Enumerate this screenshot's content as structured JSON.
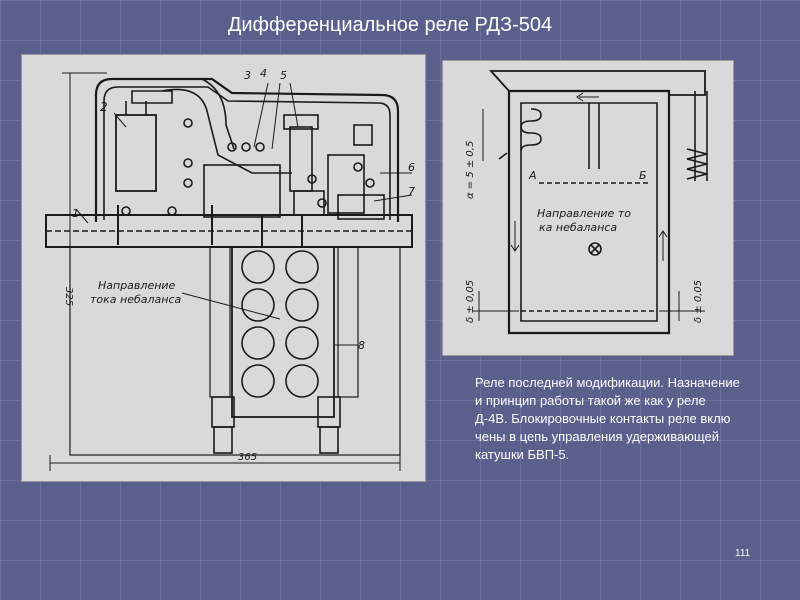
{
  "slide": {
    "title": "Дифференциальное реле РДЗ-504",
    "description": "Реле последней модификации. Назначение\nи принцип работы такой же как у реле\nД-4В. Блокировочные контакты реле вклю\nчены в цепь управления удерживающей\n катушки БВП-5.",
    "page_number": "111"
  },
  "figure_left": {
    "callouts": [
      "1",
      "2",
      "3",
      "4",
      "5",
      "6",
      "7",
      "8"
    ],
    "dim_height": "325",
    "dim_width": "365",
    "caption_line1": "Направление",
    "caption_line2": "тока небаланса"
  },
  "figure_right": {
    "dim_a": "α = 5 ± 0,5",
    "dim_b_left": "δ ± 0,05",
    "dim_b_right": "δ ± 0,05",
    "point_a": "А",
    "point_b": "Б",
    "caption_line1": "Направление то",
    "caption_line2": "ка небаланса"
  }
}
